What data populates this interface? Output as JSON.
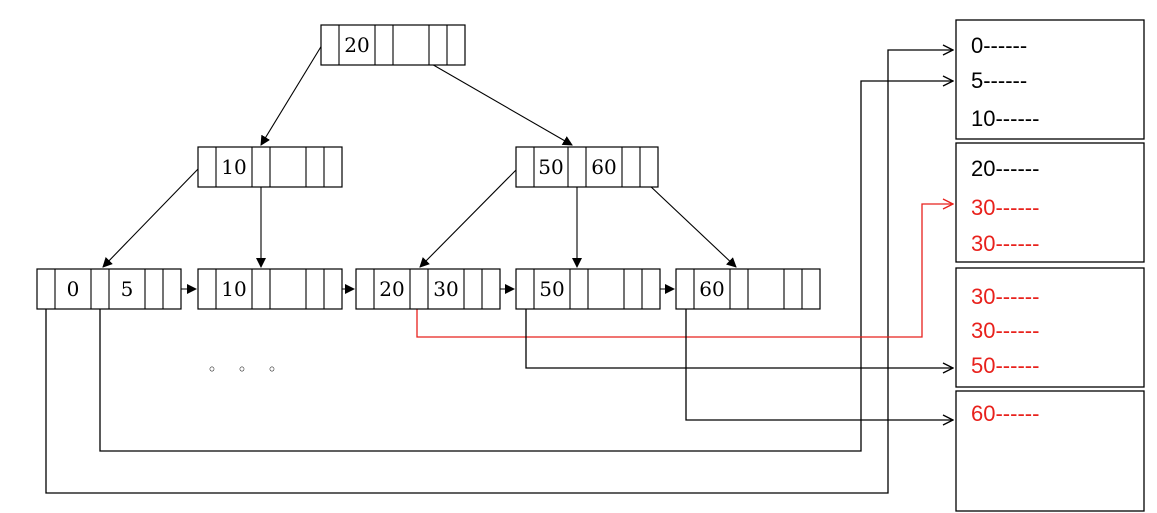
{
  "colors": {
    "line": "#000000",
    "highlight": "#e8211c",
    "background": "#ffffff"
  },
  "tree": {
    "root": {
      "keys": [
        "20",
        "",
        ""
      ]
    },
    "internal": [
      {
        "keys": [
          "10",
          "",
          ""
        ]
      },
      {
        "keys": [
          "50",
          "60",
          ""
        ]
      }
    ],
    "leaves": [
      {
        "keys": [
          "0",
          "5",
          ""
        ]
      },
      {
        "keys": [
          "10",
          "",
          ""
        ]
      },
      {
        "keys": [
          "20",
          "30",
          ""
        ]
      },
      {
        "keys": [
          "50",
          "",
          ""
        ]
      },
      {
        "keys": [
          "60",
          "",
          ""
        ]
      }
    ]
  },
  "ellipsis": [
    "◦",
    "◦",
    "◦"
  ],
  "data_blocks": [
    {
      "records": [
        {
          "text": "0------",
          "highlighted": false
        },
        {
          "text": "5------",
          "highlighted": false
        },
        {
          "text": "10------",
          "highlighted": false
        }
      ]
    },
    {
      "records": [
        {
          "text": "20------",
          "highlighted": false
        },
        {
          "text": "30------",
          "highlighted": true
        },
        {
          "text": "30------",
          "highlighted": true
        }
      ]
    },
    {
      "records": [
        {
          "text": "30------",
          "highlighted": true
        },
        {
          "text": "30------",
          "highlighted": true
        },
        {
          "text": "50------",
          "highlighted": true
        }
      ]
    },
    {
      "records": [
        {
          "text": "60------",
          "highlighted": true
        }
      ]
    }
  ]
}
